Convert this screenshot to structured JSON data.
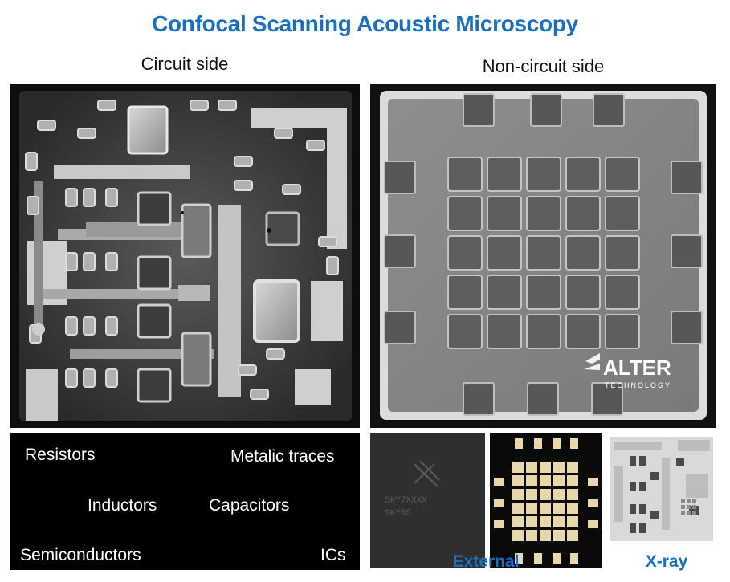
{
  "title": "Confocal Scanning Acoustic Microscopy",
  "circuit_side": {
    "label": "Circuit side"
  },
  "noncircuit_side": {
    "label": "Non-circuit side",
    "watermark": "ALTER",
    "watermark_sub": "TECHNOLOGY"
  },
  "legend": {
    "resistors": "Resistors",
    "metalic_traces": "Metalic traces",
    "inductors": "Inductors",
    "capacitors": "Capacitors",
    "semiconductors": "Semiconductors",
    "ics": "ICs"
  },
  "thumbnails": {
    "chip_marking_line1": "SKY7XXXX",
    "chip_marking_line2": "SKY65",
    "external_caption": "External",
    "xray_caption": "X-ray"
  },
  "colors": {
    "title": "#1a6fc0",
    "caption": "#1a6fc0",
    "pad_gold": "#e8d7a8"
  }
}
